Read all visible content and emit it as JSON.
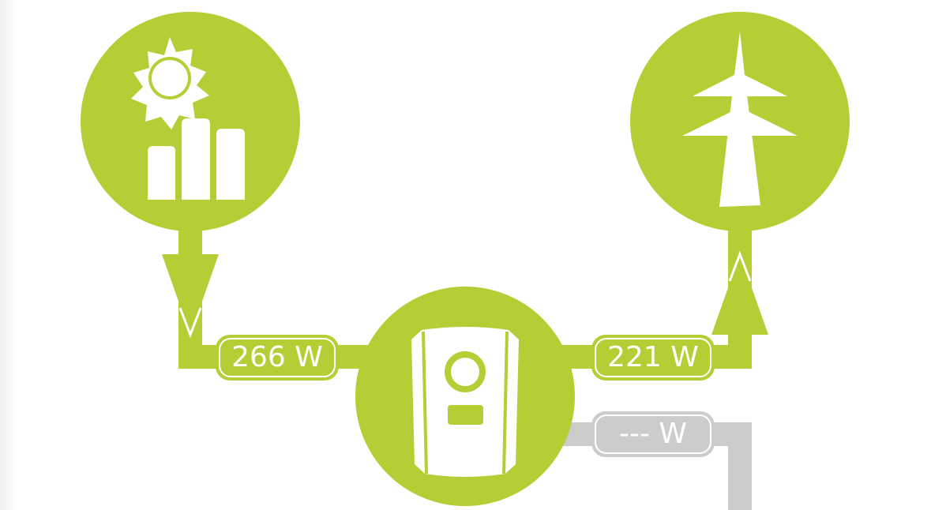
{
  "colors": {
    "active": "#b4cf35",
    "inactive": "#cccccc",
    "icon": "#ffffff"
  },
  "nodes": {
    "pv": {
      "icon": "solar-panel-sun-icon"
    },
    "grid": {
      "icon": "power-pylon-icon"
    },
    "inverter": {
      "icon": "inverter-icon"
    }
  },
  "flows": {
    "pv_power": "266 W",
    "grid_power": "221 W",
    "battery_power": "--- W"
  }
}
